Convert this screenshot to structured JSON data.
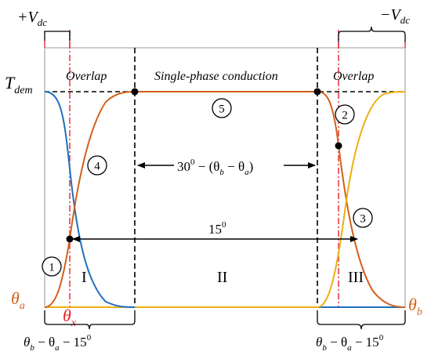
{
  "labels": {
    "plus_vdc": "+V",
    "plus_vdc_sub": "dc",
    "minus_vdc": "−V",
    "minus_vdc_sub": "dc",
    "t_dem": "T",
    "t_dem_sub": "dem",
    "overlap_left": "Overlap",
    "single_phase": "Single-phase conduction",
    "overlap_right": "Overlap",
    "theta_a": "θ",
    "theta_a_sub": "a",
    "theta_b": "θ",
    "theta_b_sub": "b",
    "theta_x": "θ",
    "theta_x_sub": "x",
    "region_1": "I",
    "region_2": "II",
    "region_3": "III",
    "angle_30": "30",
    "angle_30_sup": "0",
    "angle_30_rest": " − (θ",
    "angle_30_b": "b",
    "angle_30_minus": " − θ",
    "angle_30_a": "a",
    "angle_30_close": ")",
    "angle_15": "15",
    "angle_15_sup": "0",
    "bottom_left_a": "θ",
    "bottom_left_b": "b",
    "bottom_left_c": " − θ",
    "bottom_left_d": "a",
    "bottom_left_e": " − 15",
    "bottom_left_f": "0",
    "bottom_right_a": "θ",
    "bottom_right_b": "b",
    "bottom_right_c": " − θ",
    "bottom_right_d": "a",
    "bottom_right_e": " − 15",
    "bottom_right_f": "0"
  },
  "markers": [
    "1",
    "2",
    "3",
    "4",
    "5"
  ],
  "colors": {
    "orange": "#D2601A",
    "blue": "#1F6FBF",
    "yellow": "#EDB012",
    "red": "#E8202A",
    "frame": "#A6A6A6",
    "black": "#000000"
  }
}
